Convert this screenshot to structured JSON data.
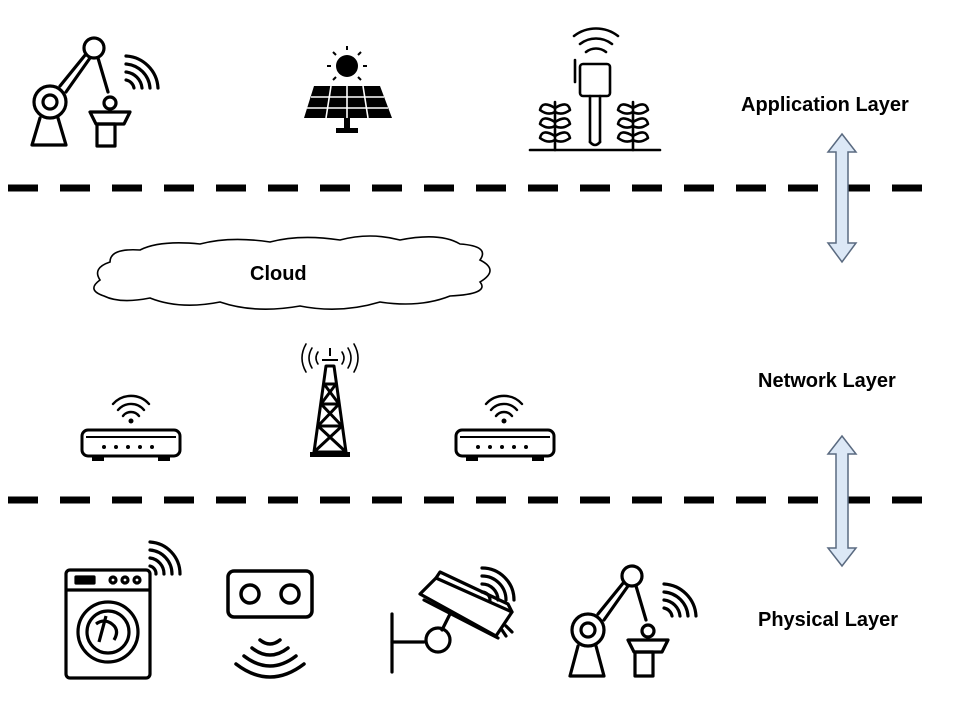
{
  "layers": {
    "application": "Application Layer",
    "network": "Network Layer",
    "physical": "Physical Layer"
  },
  "cloud": {
    "label": "Cloud"
  },
  "colors": {
    "arrow_fill": "#dce8f6",
    "arrow_stroke": "#5a6a80",
    "ink": "#000000"
  },
  "icons": {
    "application": [
      "robot-arm-icon",
      "solar-panel-icon",
      "plant-sensor-icon"
    ],
    "network": [
      "router-icon",
      "cell-tower-icon",
      "router-icon"
    ],
    "physical": [
      "washing-machine-icon",
      "proximity-sensor-icon",
      "security-camera-icon",
      "robot-arm-icon"
    ]
  }
}
